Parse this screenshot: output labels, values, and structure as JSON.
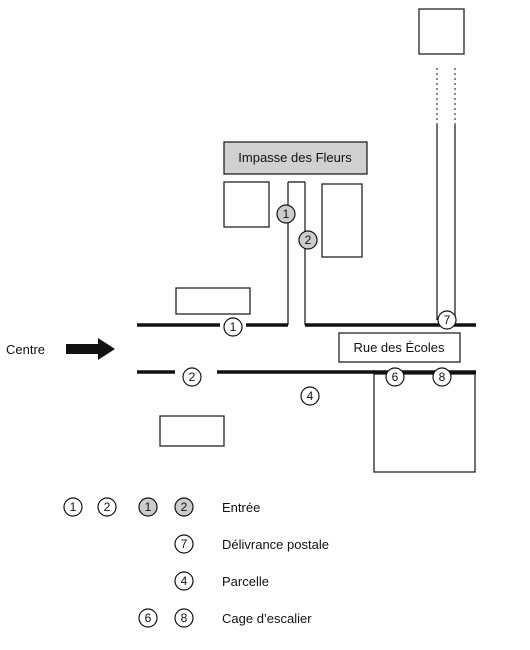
{
  "map": {
    "labels": {
      "impasse": "Impasse des Fleurs",
      "rue": "Rue des Écoles",
      "centre": "Centre"
    },
    "markers": [
      {
        "num": "1",
        "style": "filled"
      },
      {
        "num": "2",
        "style": "filled"
      },
      {
        "num": "1",
        "style": "outline"
      },
      {
        "num": "7",
        "style": "outline"
      },
      {
        "num": "2",
        "style": "outline"
      },
      {
        "num": "6",
        "style": "outline"
      },
      {
        "num": "8",
        "style": "outline"
      },
      {
        "num": "4",
        "style": "outline"
      }
    ]
  },
  "legend": {
    "entry_markers": [
      {
        "num": "1",
        "style": "outline"
      },
      {
        "num": "2",
        "style": "outline"
      },
      {
        "num": "1",
        "style": "filled"
      },
      {
        "num": "2",
        "style": "filled"
      }
    ],
    "entry_label": "Entrée",
    "postal_marker": "7",
    "postal_label": "Délivrance postale",
    "parcel_marker": "4",
    "parcel_label": "Parcelle",
    "stair_markers": [
      "6",
      "8"
    ],
    "stair_label": "Cage d’escalier"
  },
  "colors": {
    "line": "#111111",
    "label_fill": "#d0d0d0",
    "marker_fill": "#cccccc",
    "background": "#ffffff"
  }
}
